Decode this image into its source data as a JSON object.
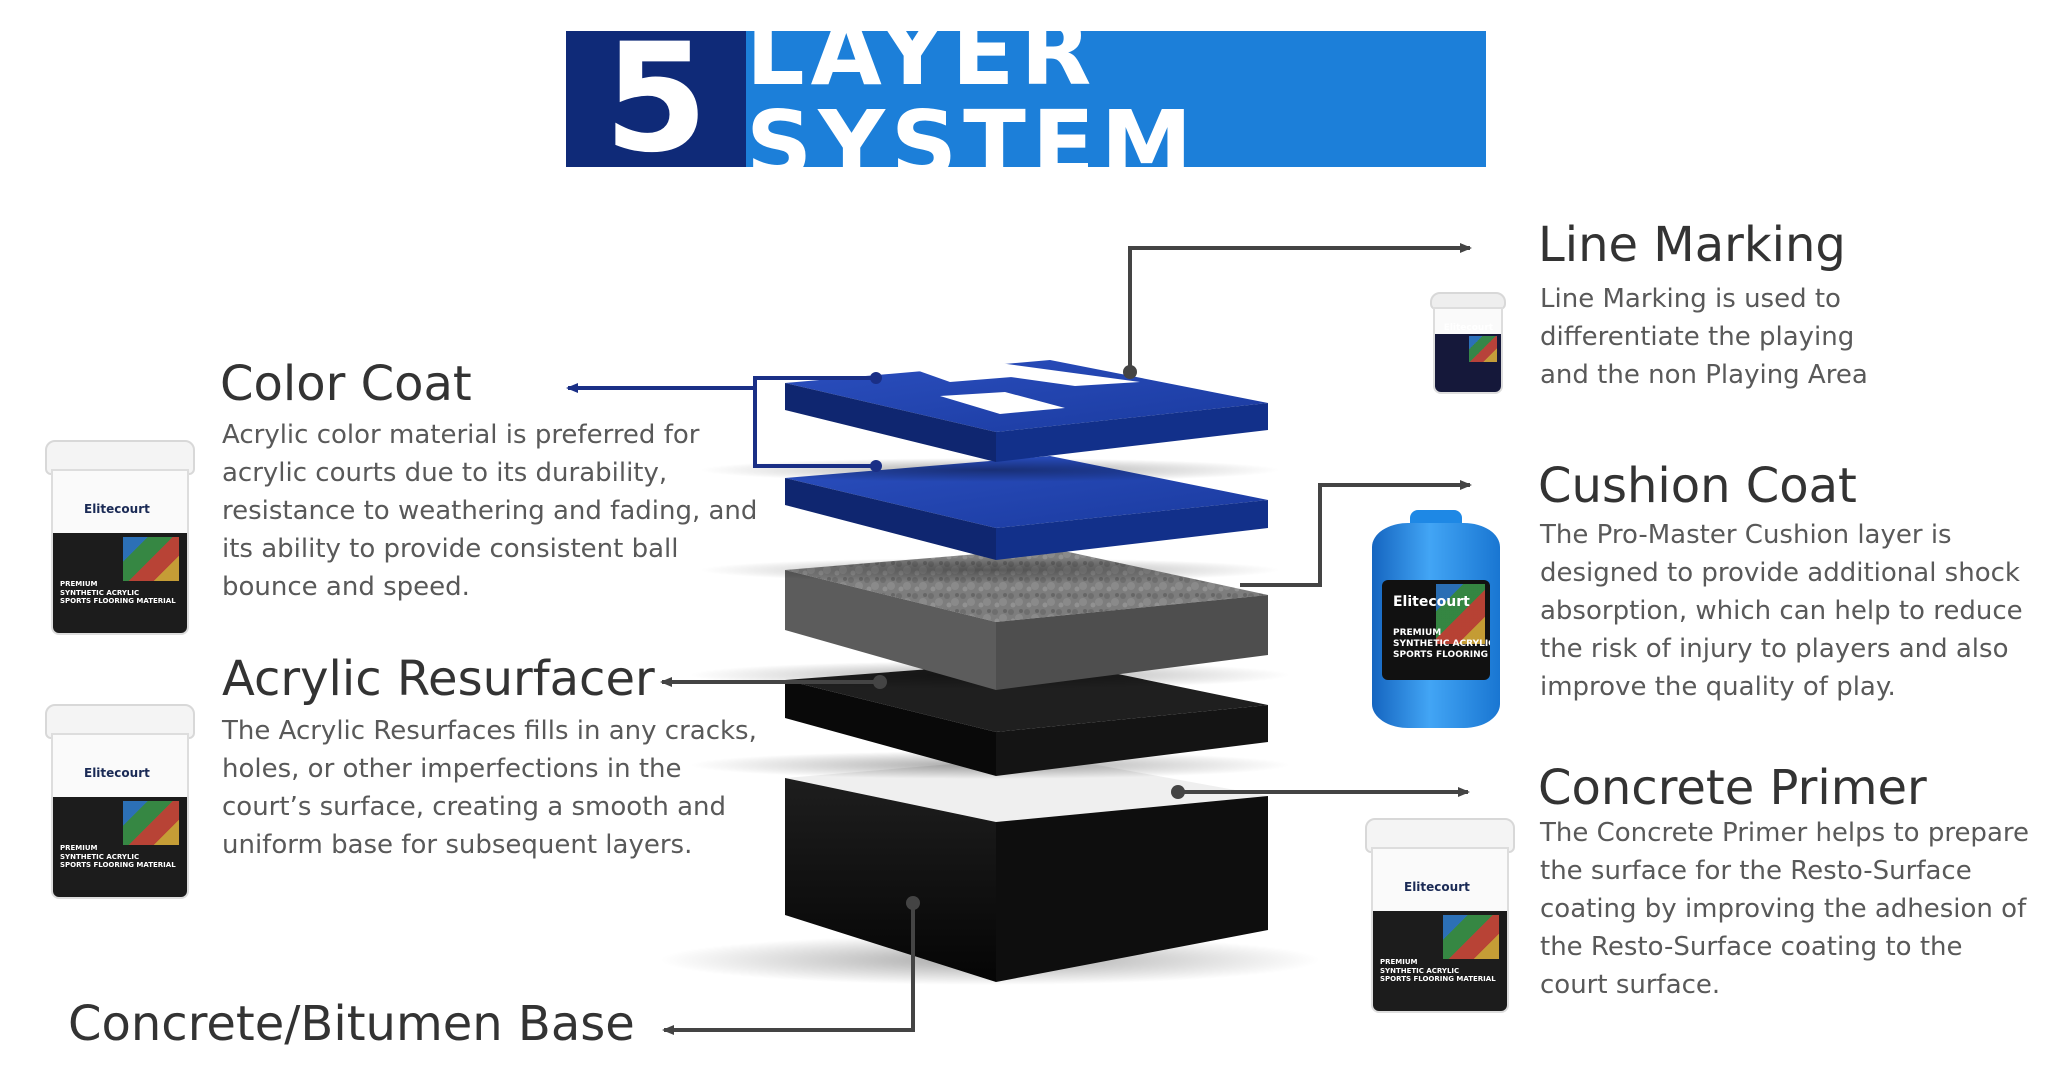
{
  "title": {
    "number": "5",
    "text": "LAYER SYSTEM"
  },
  "layers": {
    "line_marking": {
      "heading": "Line Marking",
      "lines": [
        "Line Marking is used to",
        "differentiate the playing",
        "and the non Playing Area"
      ]
    },
    "color_coat": {
      "heading": "Color Coat",
      "lines": [
        "Acrylic color material is preferred for",
        "acrylic courts due to its durability,",
        "resistance to weathering and fading, and",
        "its ability to provide consistent ball",
        "bounce and speed."
      ]
    },
    "cushion_coat": {
      "heading": "Cushion Coat",
      "lines": [
        "The Pro-Master Cushion layer is",
        "designed to provide additional shock",
        "absorption, which can help to reduce",
        "the risk of injury to players and also",
        "improve the quality of play."
      ]
    },
    "acrylic_resurfacer": {
      "heading": "Acrylic Resurfacer",
      "lines": [
        "The Acrylic Resurfaces fills in any cracks,",
        "holes, or other imperfections in the",
        "court’s surface, creating a smooth and",
        "uniform base for subsequent layers."
      ]
    },
    "concrete_primer": {
      "heading": "Concrete  Primer",
      "lines": [
        "The Concrete Primer helps to prepare",
        "the surface for the Resto-Surface",
        "coating by improving the adhesion of",
        "the Resto-Surface coating to the",
        "court surface."
      ]
    },
    "base": {
      "heading": "Concrete/Bitumen Base"
    }
  },
  "product": {
    "brand": "Elitecourt",
    "tag_lines": [
      "PREMIUM",
      "SYNTHETIC ACRYLIC",
      "SPORTS FLOORING MATERIAL"
    ]
  },
  "colors": {
    "banner_dark": "#0f2a78",
    "banner_light": "#1c7fd9",
    "court_blue": "#1a3fa8",
    "connector_dark_blue": "#1a2f86",
    "connector_gray": "#444444"
  }
}
